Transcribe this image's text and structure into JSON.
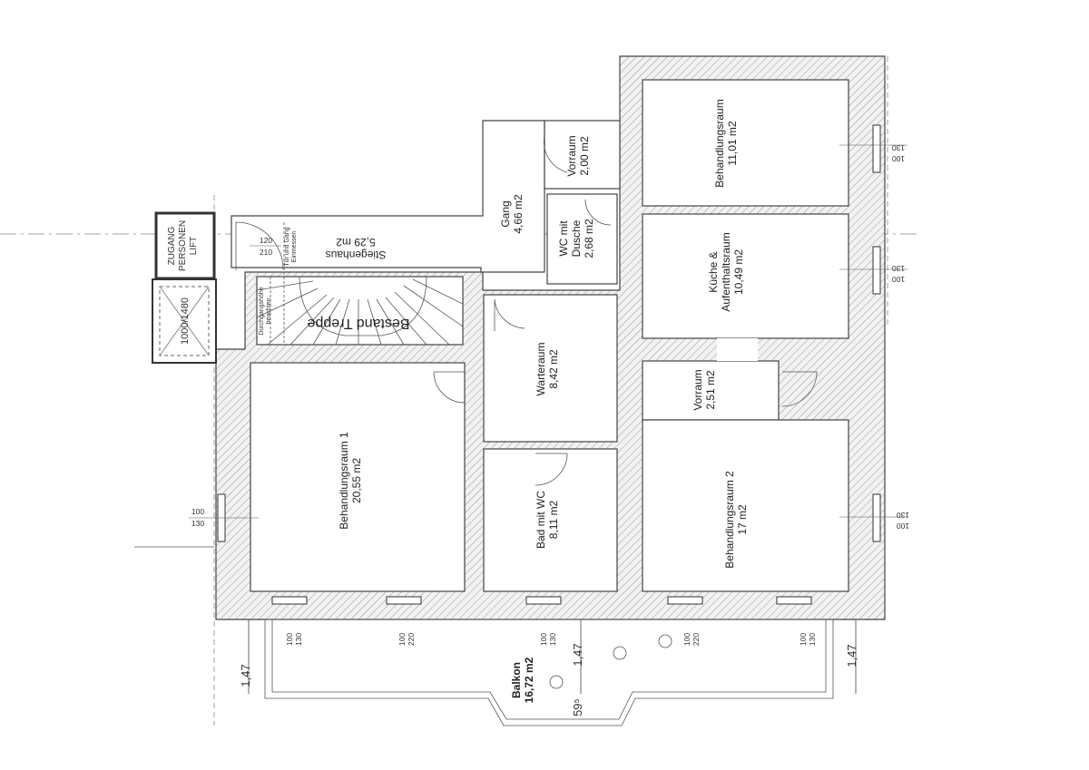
{
  "rooms": {
    "behandlung_top": {
      "name": "Behandlungsraum",
      "area": "11,01 m2"
    },
    "kueche": {
      "name1": "Küche &",
      "name2": "Aufenthaltsraum",
      "area": "10,49 m2"
    },
    "vorraum_top": {
      "name": "Vorraum",
      "area": "2,00 m2"
    },
    "wc": {
      "name1": "WC mit",
      "name2": "Dusche",
      "area": "2,68 m2"
    },
    "gang": {
      "name": "Gang",
      "area": "4,66 m2"
    },
    "stiegenhaus": {
      "name": "Stiegenhaus",
      "area": "5,29 m2"
    },
    "treppe": {
      "name": "Bestand Treppe"
    },
    "warteraum": {
      "name": "Warteraum",
      "area": "8,42 m2"
    },
    "bad": {
      "name": "Bad mit WC",
      "area": "8,11 m2"
    },
    "behandlung1": {
      "name": "Behandlungsraum 1",
      "area": "20,55 m2"
    },
    "vorraum_mid": {
      "name": "Vorraum",
      "area": "2,51 m2"
    },
    "behandlung2": {
      "name": "Behandlungsraum 2",
      "area": "17 m2"
    },
    "balkon": {
      "name": "Balkon",
      "area": "16,72 m2"
    }
  },
  "lift": {
    "access1": "ZUGANG",
    "access2": "PERSONEN",
    "access3": "LIFT",
    "shaft": "1000/1480"
  },
  "notes": {
    "door_w": "120",
    "door_h": "210",
    "tuer1": "Tür und Gang",
    "tuer2": "Einmessen",
    "durch1": "Durchgangshöhe",
    "durch2": "beachten"
  },
  "windows": {
    "bottom": [
      {
        "top": "100",
        "bottom": "130"
      },
      {
        "top": "100",
        "bottom": "220"
      },
      {
        "top": "100",
        "bottom": "130"
      },
      {
        "top": "100",
        "bottom": "220"
      },
      {
        "top": "100",
        "bottom": "130"
      }
    ],
    "left": {
      "top": "100",
      "bottom": "130"
    },
    "right": [
      {
        "a": "130",
        "b": "100"
      },
      {
        "a": "130",
        "b": "100"
      },
      {
        "a": "130",
        "b": "100"
      }
    ]
  },
  "dimensions": {
    "left": "1,47",
    "center": "1,47",
    "right": "1,47",
    "depth": "59⁵"
  }
}
